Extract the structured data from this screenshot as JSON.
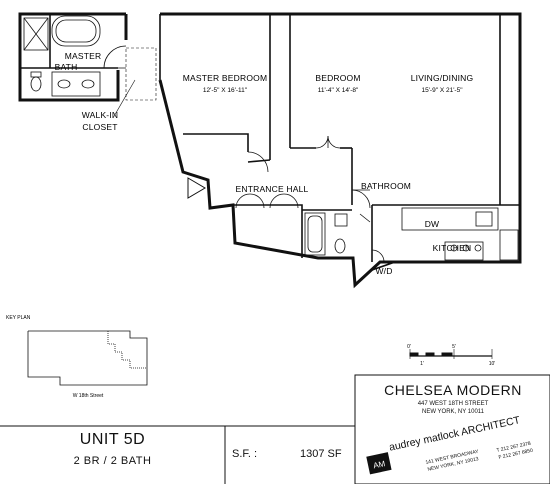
{
  "rooms": {
    "master_bath": {
      "line1": "MASTER",
      "line2": "BATH"
    },
    "master_bedroom": {
      "name": "MASTER BEDROOM",
      "dims": "12'-5\" X 16'-11\""
    },
    "bedroom": {
      "name": "BEDROOM",
      "dims": "11'-4\" X 14'-8\""
    },
    "living_dining": {
      "name": "LIVING/DINING",
      "dims": "15'-9\" X 21'-5\""
    },
    "walk_in_closet": {
      "line1": "WALK-IN",
      "line2": "CLOSET"
    },
    "entrance_hall": {
      "name": "ENTRANCE HALL"
    },
    "bathroom": {
      "name": "BATHROOM"
    },
    "kitchen": {
      "name": "KITCHEN"
    },
    "dw": "DW",
    "wd": "W/D"
  },
  "key_plan": {
    "label": "KEY PLAN",
    "street": "W 18th Street"
  },
  "scale": {
    "zero": "0'",
    "five": "5'",
    "one": "1'",
    "ten": "10'"
  },
  "unit": {
    "name": "UNIT 5D",
    "beds": "2 BR / 2 BATH",
    "sf_label": "S.F. :",
    "sf_value": "1307 SF"
  },
  "building": {
    "name": "CHELSEA MODERN",
    "address1": "447 WEST 18TH STREET",
    "address2": "NEW YORK, NY 10011"
  },
  "architect": {
    "logo": "AM",
    "name": "audrey matlock ARCHITECT",
    "address1": "141 WEST BROADWAY",
    "address2": "NEW YORK, NY 10013",
    "tel": "T 212 267 2378",
    "fax": "F 212 267 6850"
  },
  "colors": {
    "line": "#111111",
    "bg": "#ffffff"
  }
}
